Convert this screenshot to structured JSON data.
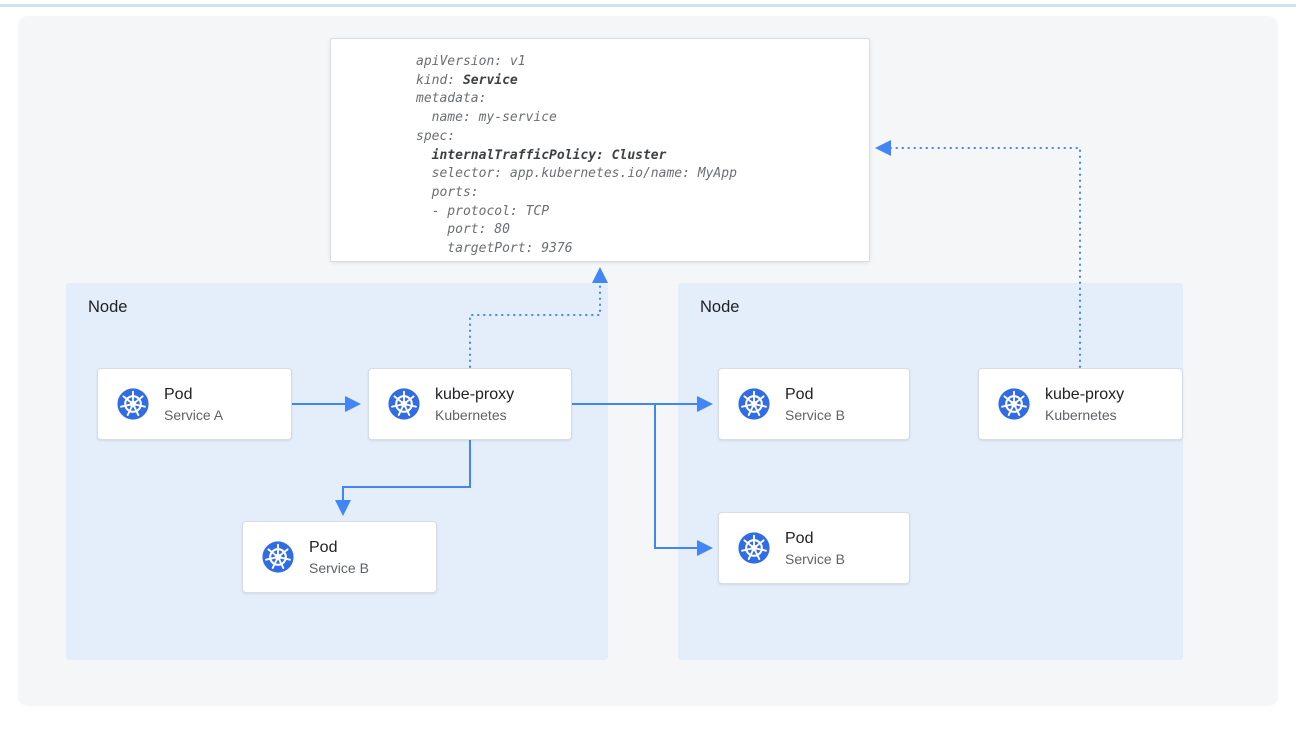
{
  "diagram": {
    "yaml_card": {
      "lines": [
        {
          "pre": "apiVersion: v1",
          "bold": "",
          "post": ""
        },
        {
          "pre": "kind: ",
          "bold": "Service",
          "post": ""
        },
        {
          "pre": "metadata:",
          "bold": "",
          "post": ""
        },
        {
          "pre": "  name: my-service",
          "bold": "",
          "post": ""
        },
        {
          "pre": "spec:",
          "bold": "",
          "post": ""
        },
        {
          "pre": "  ",
          "bold": "internalTrafficPolicy: Cluster",
          "post": ""
        },
        {
          "pre": "  selector: app.kubernetes.io/name: MyApp",
          "bold": "",
          "post": ""
        },
        {
          "pre": "  ports:",
          "bold": "",
          "post": ""
        },
        {
          "pre": "  - protocol: TCP",
          "bold": "",
          "post": ""
        },
        {
          "pre": "    port: 80",
          "bold": "",
          "post": ""
        },
        {
          "pre": "    targetPort: 9376",
          "bold": "",
          "post": ""
        }
      ]
    },
    "nodes": {
      "left": {
        "label": "Node"
      },
      "right": {
        "label": "Node"
      }
    },
    "cards": {
      "pod_service_a": {
        "title": "Pod",
        "subtitle": "Service A"
      },
      "kube_proxy_left": {
        "title": "kube-proxy",
        "subtitle": "Kubernetes"
      },
      "pod_service_b_left": {
        "title": "Pod",
        "subtitle": "Service B"
      },
      "pod_service_b_right_top": {
        "title": "Pod",
        "subtitle": "Service B"
      },
      "pod_service_b_right_bottom": {
        "title": "Pod",
        "subtitle": "Service B"
      },
      "kube_proxy_right": {
        "title": "kube-proxy",
        "subtitle": "Kubernetes"
      }
    },
    "icons": {
      "kubernetes": "kubernetes-helm-wheel-icon"
    },
    "colors": {
      "arrow_blue": "#4285f4",
      "node_fill": "#e4eefb",
      "kubernetes_blue": "#326ce5",
      "canvas_grey": "#f5f6f8",
      "top_divider": "#cfe0f8"
    }
  }
}
